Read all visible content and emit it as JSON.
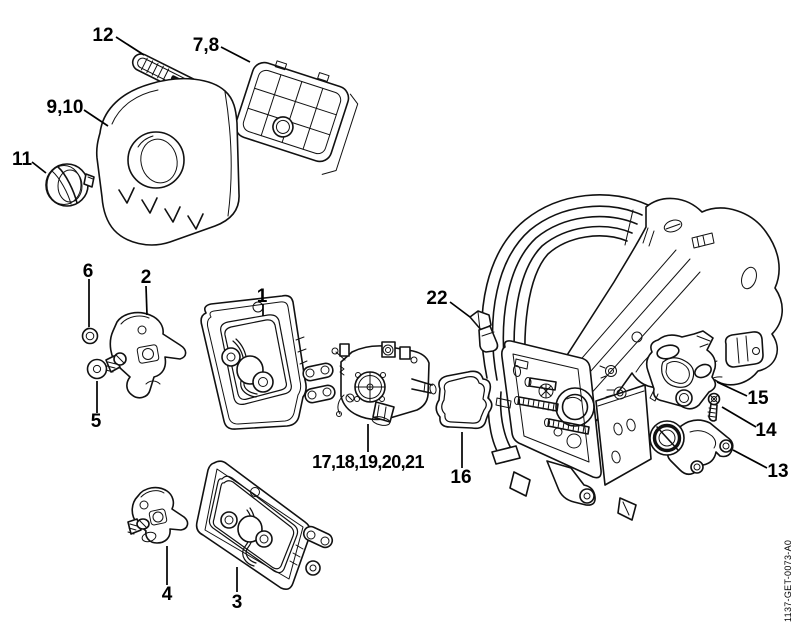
{
  "figure": {
    "background": "#ffffff",
    "ink": "#111111",
    "doc_code": "1137-GET-0073-A0"
  },
  "callouts": {
    "c12": "12",
    "c78": "7,8",
    "c910": "9,10",
    "c11": "11",
    "c6": "6",
    "c2": "2",
    "c1": "1",
    "c5": "5",
    "c22": "22",
    "c1721": "17,18,19,20,21",
    "c16": "16",
    "c15": "15",
    "c14": "14",
    "c13": "13",
    "c4": "4",
    "c3": "3"
  }
}
